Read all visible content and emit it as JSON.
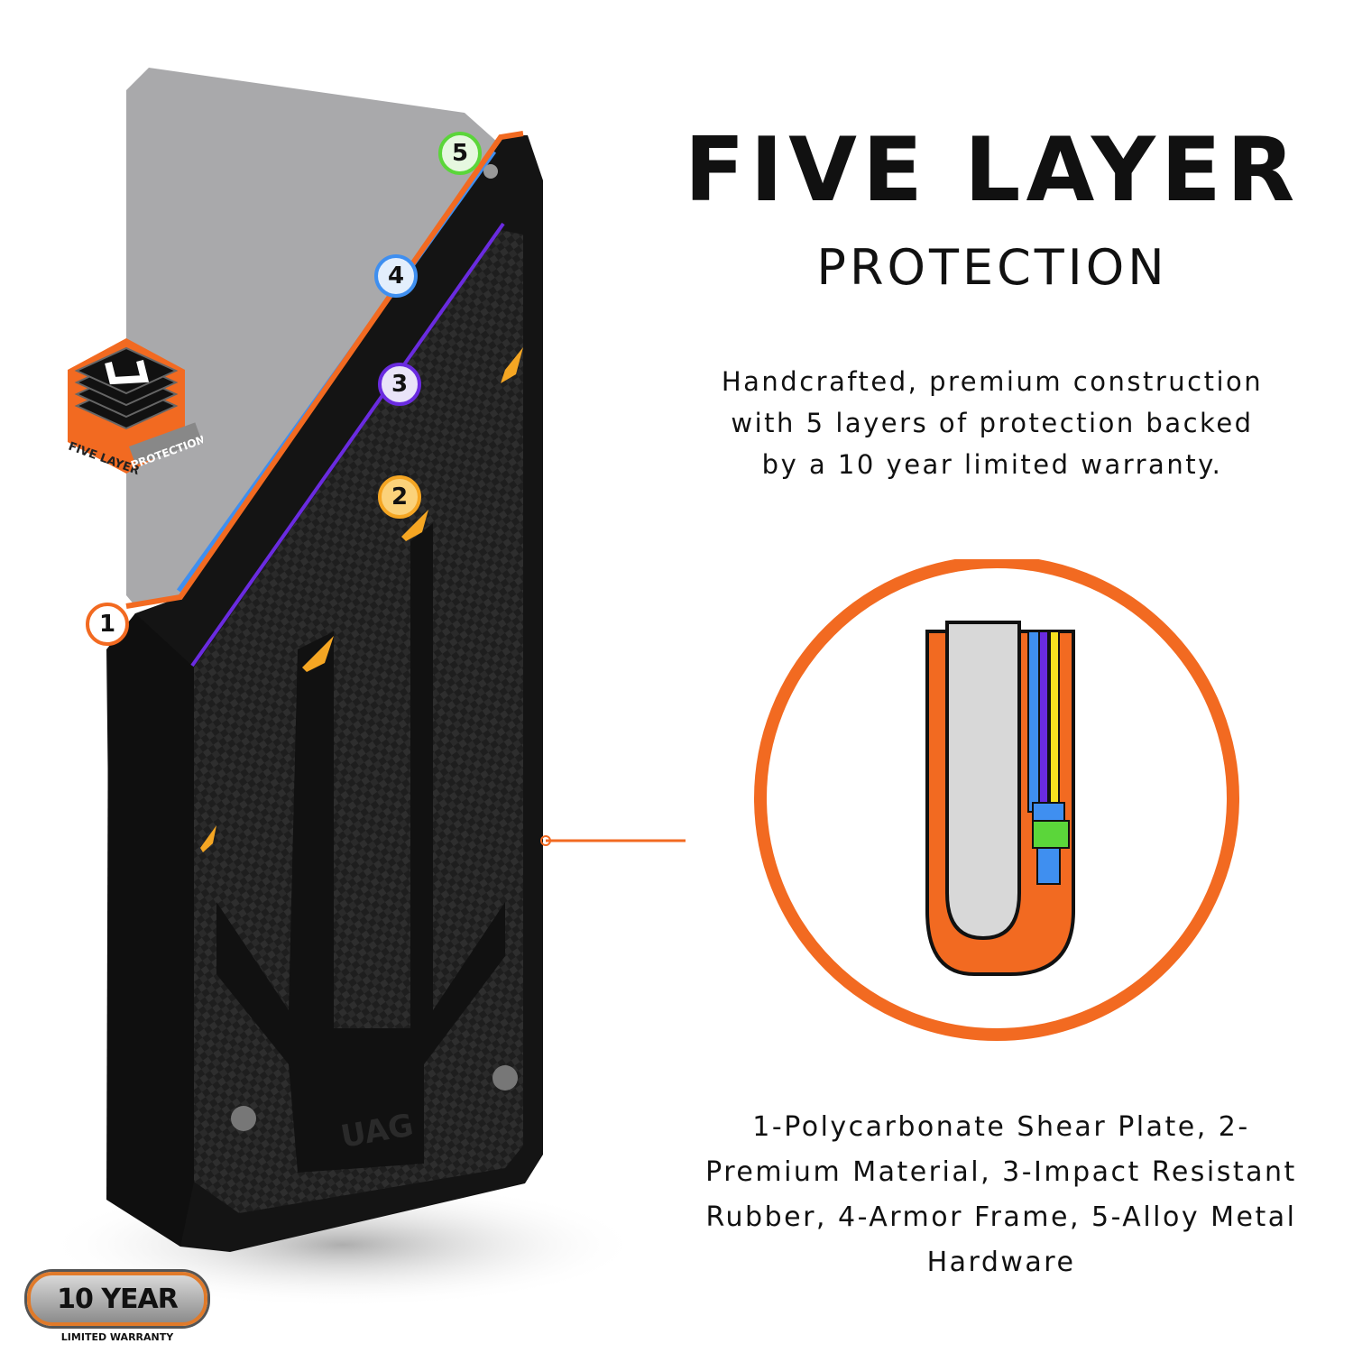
{
  "heading": {
    "title": "FIVE LAYER",
    "subtitle": "PROTECTION"
  },
  "description": "Handcrafted, premium construction with 5 layers of protection backed by a 10 year limited warranty.",
  "layers_text": "1-Polycarbonate Shear Plate, 2-Premium Material, 3-Impact Resistant Rubber, 4-Armor Frame, 5-Alloy Metal Hardware",
  "markers": [
    {
      "label": "1",
      "color": "#f26a21"
    },
    {
      "label": "2",
      "color": "#f5a623"
    },
    {
      "label": "3",
      "color": "#6a2be0"
    },
    {
      "label": "4",
      "color": "#3f8ff0"
    },
    {
      "label": "5",
      "color": "#5bd63a"
    }
  ],
  "logo": {
    "line1": "FIVE LAYER",
    "line2": "PROTECTION"
  },
  "case_logo": "UAG",
  "warranty": {
    "main": "10 YEAR",
    "sub": "LIMITED WARRANTY"
  },
  "colors": {
    "accent": "#f26a21",
    "case": "#1c1c1c",
    "device": "#a9a9ab"
  }
}
